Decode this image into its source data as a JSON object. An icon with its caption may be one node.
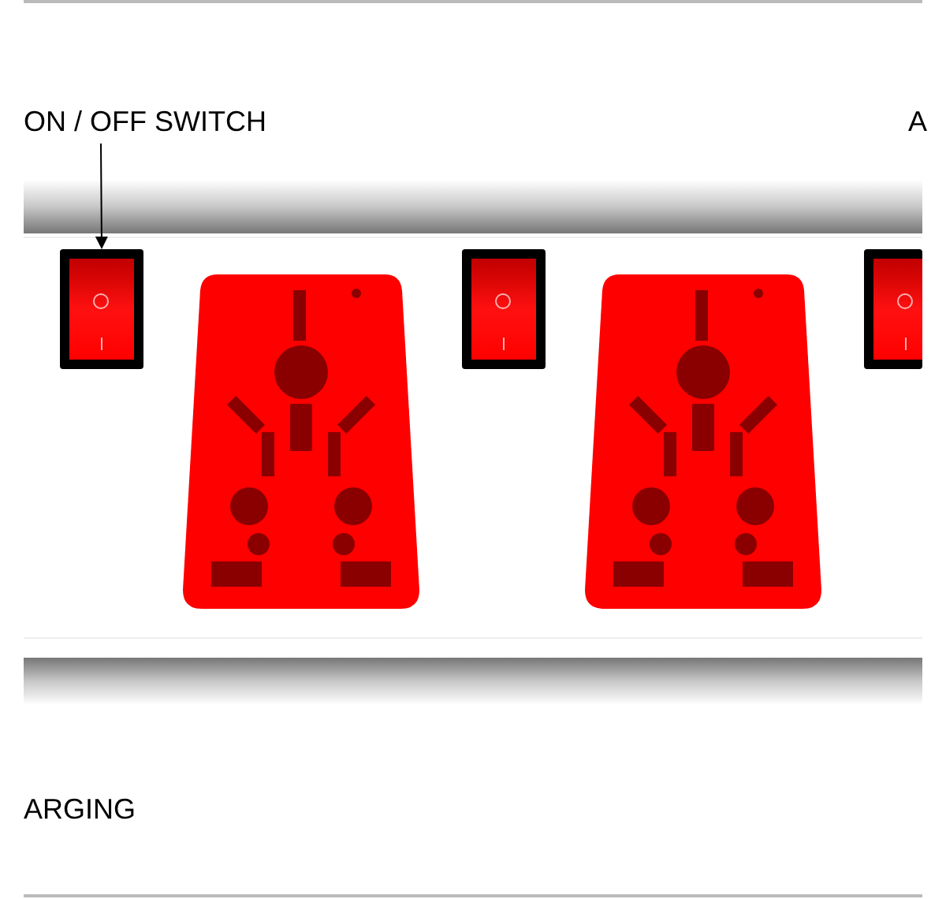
{
  "diagram": {
    "nodes": [
      {
        "text": [
          "ON / OFF SWITCH"
        ]
      },
      {
        "text": [],
        "shape": "box"
      },
      {
        "text": [],
        "shape": "box"
      },
      {
        "text": [],
        "shape": "box"
      }
    ],
    "edges": [
      {
        "from": 0,
        "to": 1,
        "arrow": "to"
      }
    ],
    "labels": [
      "A",
      "ARGING"
    ]
  }
}
